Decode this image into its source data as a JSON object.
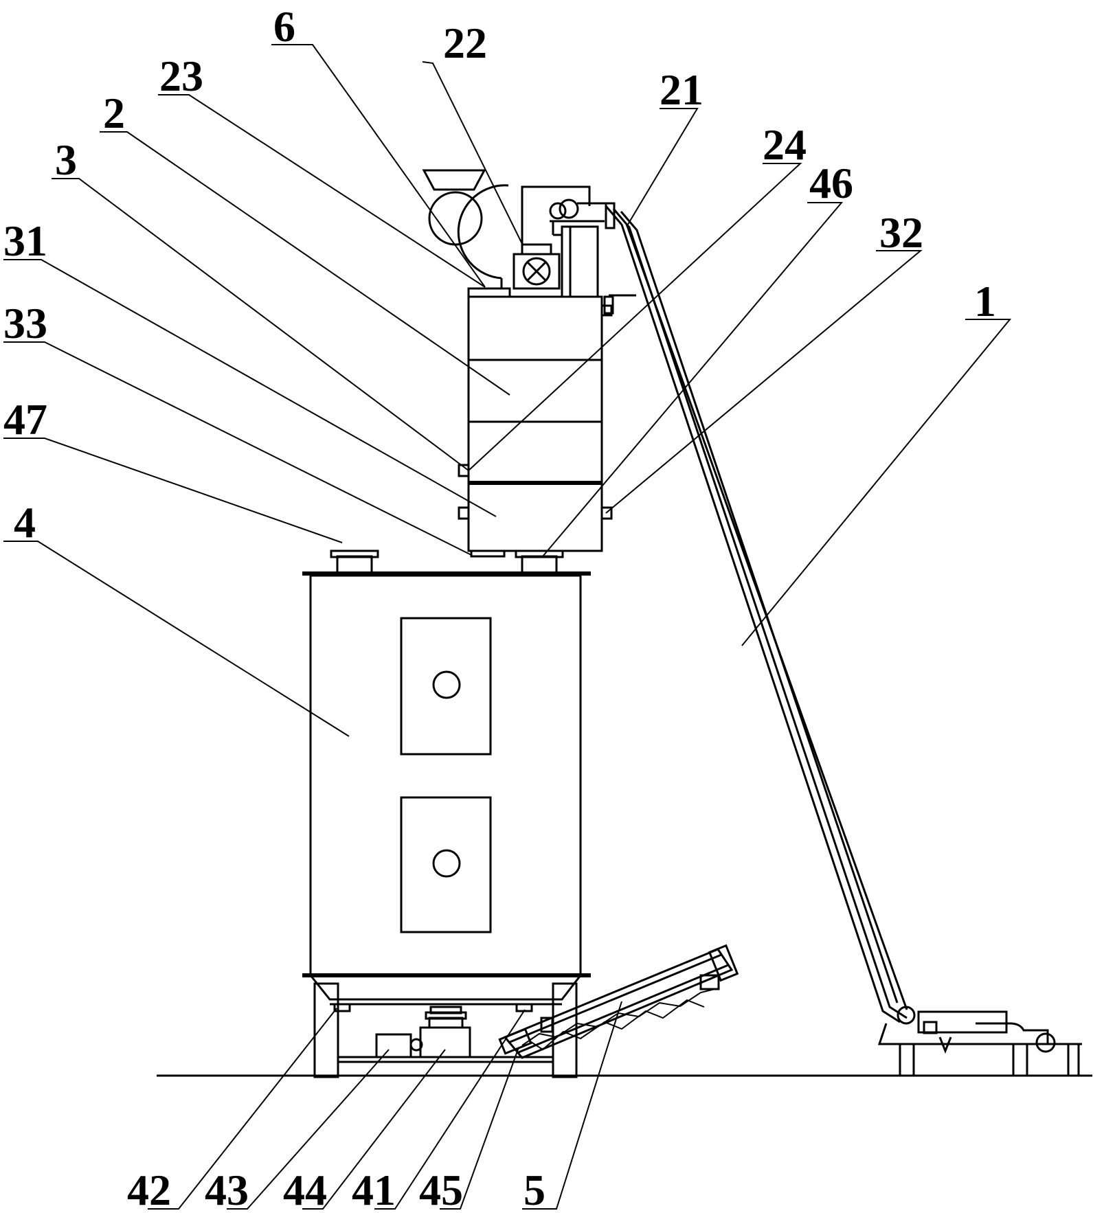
{
  "labels": {
    "l6": "6",
    "l22": "22",
    "l23": "23",
    "l21": "21",
    "l2": "2",
    "l24": "24",
    "l46": "46",
    "l3": "3",
    "l32": "32",
    "l31": "31",
    "l1": "1",
    "l33": "33",
    "l47": "47",
    "l4": "4",
    "l42": "42",
    "l43": "43",
    "l44": "44",
    "l41": "41",
    "l45": "45",
    "l5": "5"
  }
}
